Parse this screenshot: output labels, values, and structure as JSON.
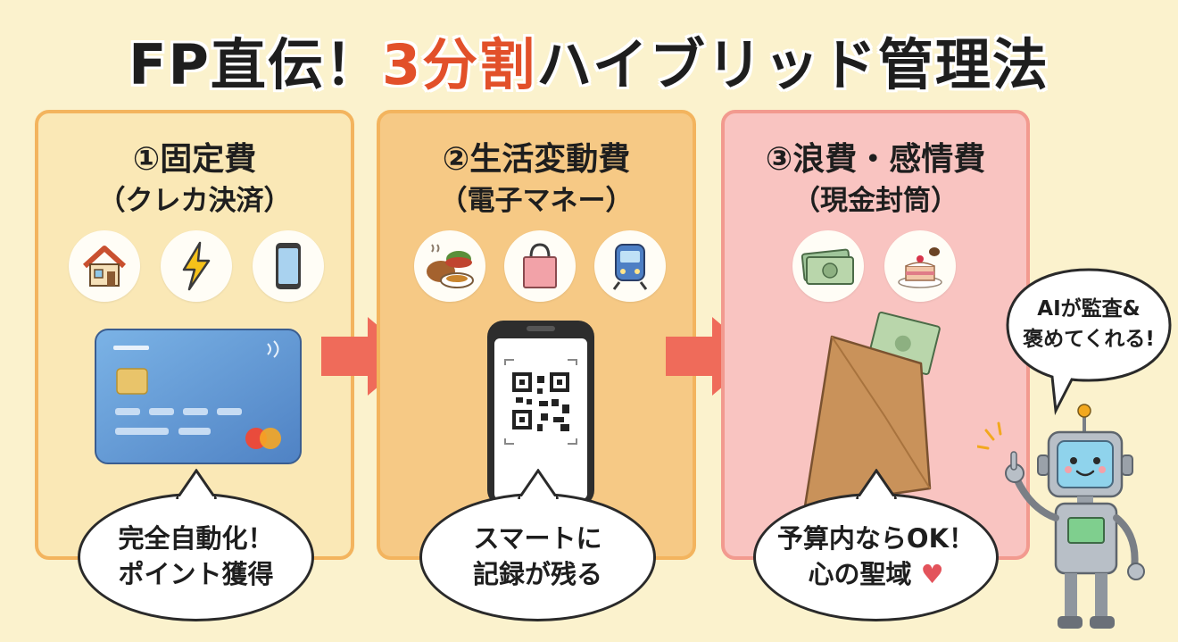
{
  "title": {
    "part1": "FP直伝！",
    "accent": "3分割",
    "part2": "ハイブリッド管理法"
  },
  "panels": [
    {
      "heading": "①固定費",
      "subheading": "（クレカ決済）",
      "icons": [
        "house-icon",
        "lightning-icon",
        "smartphone-icon"
      ],
      "bubble": [
        "完全自動化！",
        "ポイント獲得"
      ]
    },
    {
      "heading": "②生活変動費",
      "subheading": "（電子マネー）",
      "icons": [
        "food-icon",
        "shopping-bag-icon",
        "train-icon"
      ],
      "bubble": [
        "スマートに",
        "記録が残る"
      ]
    },
    {
      "heading": "③浪費・感情費",
      "subheading": "（現金封筒）",
      "icons": [
        "cash-icon",
        "cake-icon"
      ],
      "bubble": [
        "予算内ならOK！",
        "心の聖域"
      ]
    }
  ],
  "robot_speech": [
    "AIが監査&",
    "褒めてくれる!"
  ],
  "colors": {
    "background": "#fbf2cd",
    "accent": "#e2502a",
    "arrow": "#ef6b5a",
    "panel1": "#fae8b6",
    "panel2": "#f6c985",
    "panel3": "#f9c4c1"
  }
}
